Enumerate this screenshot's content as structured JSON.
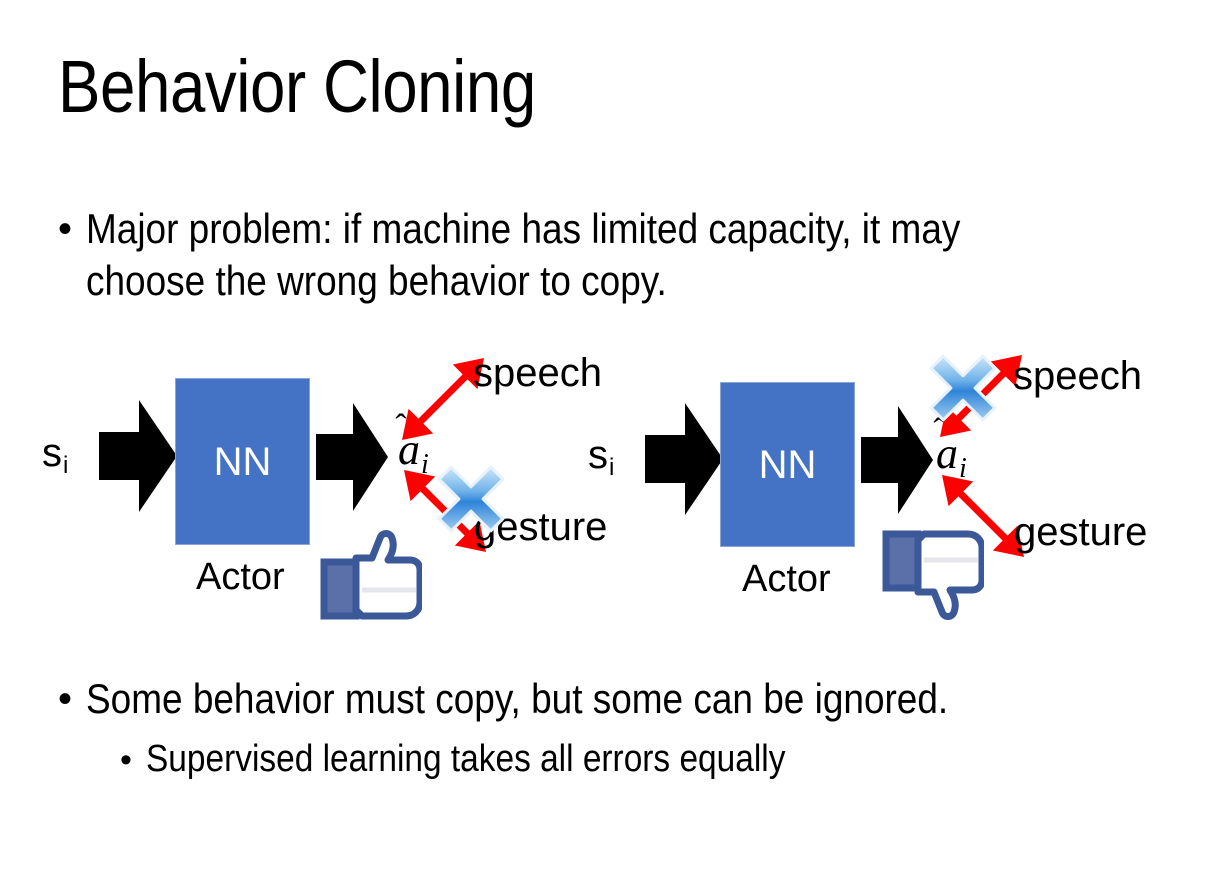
{
  "slide": {
    "title": "Behavior Cloning",
    "background_color": "#FFFFFF"
  },
  "bullets": {
    "top": "Major problem: if machine has limited capacity, it may choose the wrong behavior to copy.",
    "bottom_level1": "Some behavior must copy, but some can be ignored.",
    "bottom_level2": "Supervised learning takes all errors equally",
    "marker": "•"
  },
  "colors": {
    "nn_box": "#4472C4",
    "nn_box_border": "#8AA4D4",
    "arrow_black": "#000000",
    "arrow_red": "#FF0000",
    "x_mark_blue_light": "#BCDCF7",
    "x_mark_blue_mid": "#3A8DDE",
    "x_mark_blue_dark": "#1F6FC4",
    "thumb_navy": "#3B5998",
    "thumb_fill": "#FFFFFF",
    "text": "#000000"
  },
  "diagrams": [
    {
      "id": "left",
      "input_label": "s",
      "input_subscript": "i",
      "model_label": "NN",
      "model_caption": "Actor",
      "output_label": "a",
      "output_subscript": "i",
      "output_accent": "hat",
      "branches": [
        {
          "name": "speech",
          "label": "speech",
          "position": "upper",
          "crossed_out": false
        },
        {
          "name": "gesture",
          "label": "gesture",
          "position": "lower",
          "crossed_out": true
        }
      ],
      "verdict_icon": "thumbs-up-icon",
      "verdict": "good"
    },
    {
      "id": "right",
      "input_label": "s",
      "input_subscript": "i",
      "model_label": "NN",
      "model_caption": "Actor",
      "output_label": "a",
      "output_subscript": "i",
      "output_accent": "hat",
      "branches": [
        {
          "name": "speech",
          "label": "speech",
          "position": "upper",
          "crossed_out": true
        },
        {
          "name": "gesture",
          "label": "gesture",
          "position": "lower",
          "crossed_out": false
        }
      ],
      "verdict_icon": "thumbs-down-icon",
      "verdict": "bad"
    }
  ]
}
